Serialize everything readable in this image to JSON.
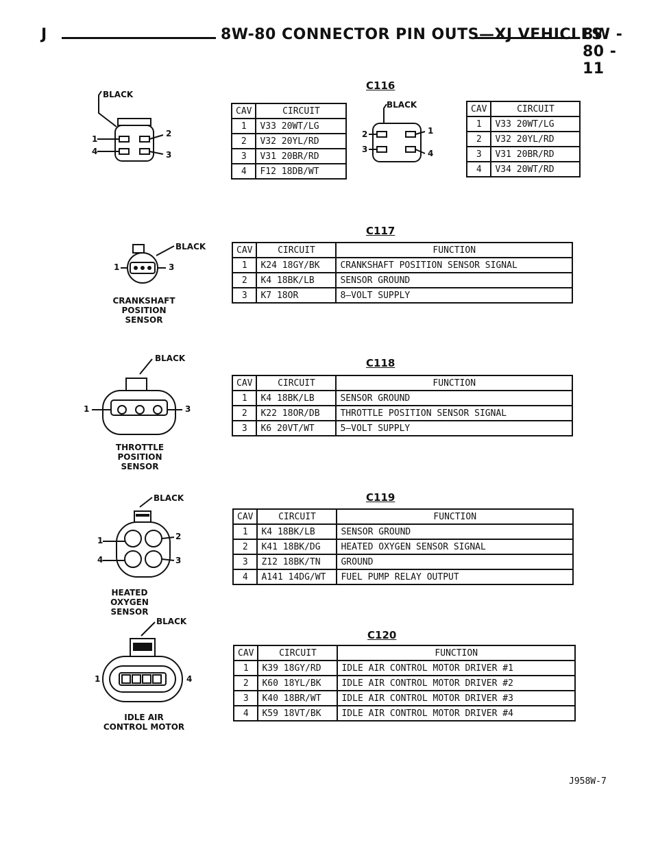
{
  "header": {
    "left": "J",
    "title": "8W-80 CONNECTOR PIN OUTS—XJ VEHICLES",
    "page": "8W - 80 - 11"
  },
  "c116": {
    "title": "C116",
    "left": {
      "color_label": "BLACK",
      "pins": [
        "1",
        "2",
        "4",
        "3"
      ],
      "headers": [
        "CAV",
        "CIRCUIT"
      ],
      "rows": [
        [
          "1",
          "V33 20WT/LG"
        ],
        [
          "2",
          "V32 20YL/RD"
        ],
        [
          "3",
          "V31 20BR/RD"
        ],
        [
          "4",
          "F12 18DB/WT"
        ]
      ]
    },
    "right": {
      "color_label": "BLACK",
      "pins": [
        "2",
        "1",
        "3",
        "4"
      ],
      "headers": [
        "CAV",
        "CIRCUIT"
      ],
      "rows": [
        [
          "1",
          "V33 20WT/LG"
        ],
        [
          "2",
          "V32 20YL/RD"
        ],
        [
          "3",
          "V31 20BR/RD"
        ],
        [
          "4",
          "V34 20WT/RD"
        ]
      ]
    }
  },
  "c117": {
    "title": "C117",
    "color_label": "BLACK",
    "pins": [
      "1",
      "3"
    ],
    "caption": [
      "CRANKSHAFT",
      "POSITION",
      "SENSOR"
    ],
    "headers": [
      "CAV",
      "CIRCUIT",
      "FUNCTION"
    ],
    "rows": [
      [
        "1",
        "K24 18GY/BK",
        "CRANKSHAFT POSITION SENSOR SIGNAL"
      ],
      [
        "2",
        "K4 18BK/LB",
        "SENSOR GROUND"
      ],
      [
        "3",
        "K7 18OR",
        "8—VOLT SUPPLY"
      ]
    ]
  },
  "c118": {
    "title": "C118",
    "color_label": "BLACK",
    "pins": [
      "1",
      "3"
    ],
    "caption": [
      "THROTTLE",
      "POSITION",
      "SENSOR"
    ],
    "headers": [
      "CAV",
      "CIRCUIT",
      "FUNCTION"
    ],
    "rows": [
      [
        "1",
        "K4 18BK/LB",
        "SENSOR GROUND"
      ],
      [
        "2",
        "K22 18OR/DB",
        "THROTTLE POSITION SENSOR SIGNAL"
      ],
      [
        "3",
        "K6 20VT/WT",
        "5—VOLT SUPPLY"
      ]
    ]
  },
  "c119": {
    "title": "C119",
    "color_label": "BLACK",
    "pins": [
      "1",
      "2",
      "4",
      "3"
    ],
    "caption": [
      "HEATED",
      "OXYGEN",
      "SENSOR"
    ],
    "headers": [
      "CAV",
      "CIRCUIT",
      "FUNCTION"
    ],
    "rows": [
      [
        "1",
        "K4 18BK/LB",
        "SENSOR GROUND"
      ],
      [
        "2",
        "K41 18BK/DG",
        "HEATED OXYGEN SENSOR SIGNAL"
      ],
      [
        "3",
        "Z12 18BK/TN",
        "GROUND"
      ],
      [
        "4",
        "A141 14DG/WT",
        "FUEL PUMP RELAY OUTPUT"
      ]
    ]
  },
  "c120": {
    "title": "C120",
    "color_label": "BLACK",
    "pins": [
      "1",
      "4"
    ],
    "caption": [
      "IDLE AIR",
      "CONTROL MOTOR"
    ],
    "headers": [
      "CAV",
      "CIRCUIT",
      "FUNCTION"
    ],
    "rows": [
      [
        "1",
        "K39 18GY/RD",
        "IDLE AIR CONTROL MOTOR DRIVER #1"
      ],
      [
        "2",
        "K60 18YL/BK",
        "IDLE AIR CONTROL MOTOR DRIVER #2"
      ],
      [
        "3",
        "K40 18BR/WT",
        "IDLE AIR CONTROL MOTOR DRIVER #3"
      ],
      [
        "4",
        "K59 18VT/BK",
        "IDLE AIR CONTROL MOTOR DRIVER #4"
      ]
    ]
  },
  "footer": {
    "figure_id": "J958W-7"
  },
  "icons": [
    "connector-icon"
  ],
  "colors": {
    "ink": "#111111",
    "paper": "#ffffff"
  }
}
